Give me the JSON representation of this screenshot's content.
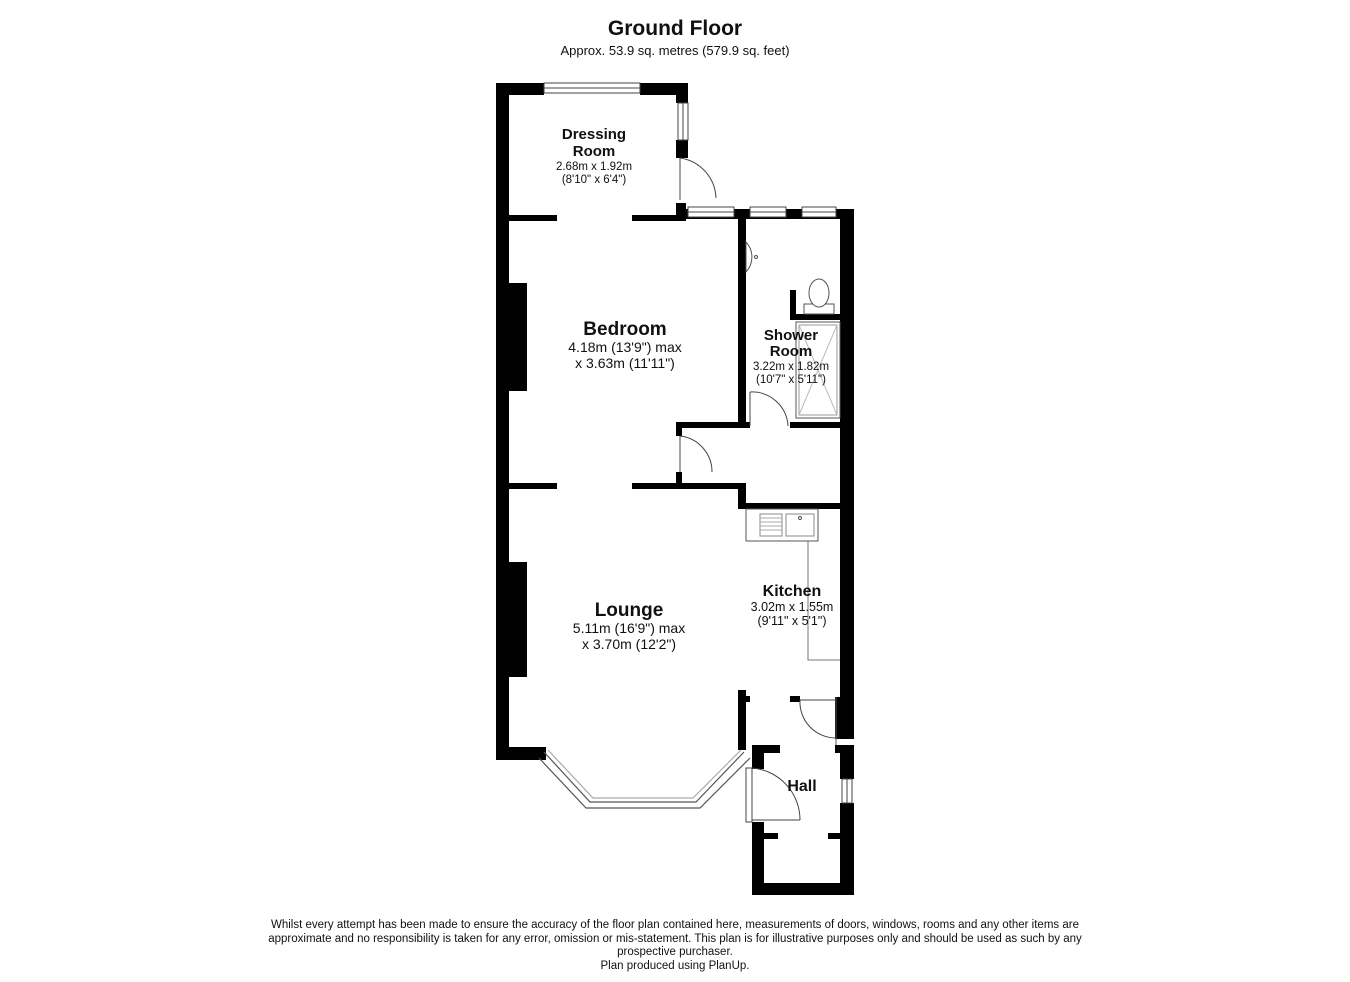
{
  "header": {
    "title": "Ground Floor",
    "subtitle": "Approx. 53.9 sq. metres (579.9 sq. feet)"
  },
  "rooms": {
    "dressing": {
      "name_1": "Dressing",
      "name_2": "Room",
      "size_m": "2.68m x 1.92m",
      "size_ft": "(8'10\" x 6'4\")"
    },
    "bedroom": {
      "name": "Bedroom",
      "size_1": "4.18m (13'9\") max",
      "size_2": "x 3.63m (11'11\")"
    },
    "shower": {
      "name_1": "Shower",
      "name_2": "Room",
      "size_m": "3.22m x 1.82m",
      "size_ft": "(10'7\" x 5'11\")"
    },
    "kitchen": {
      "name": "Kitchen",
      "size_m": "3.02m x 1.55m",
      "size_ft": "(9'11\" x 5'1\")"
    },
    "lounge": {
      "name": "Lounge",
      "size_1": "5.11m (16'9\") max",
      "size_2": "x 3.70m (12'2\")"
    },
    "hall": {
      "name": "Hall"
    }
  },
  "footer": {
    "line_1": "Whilst every attempt has been made to ensure the accuracy of the floor plan contained here, measurements of doors, windows, rooms and any other items are",
    "line_2": "approximate and no responsibility is taken for any error, omission or mis-statement. This plan is for illustrative purposes only and should be used as such by any",
    "line_3": "prospective purchaser.",
    "line_4": "Plan produced using PlanUp."
  }
}
